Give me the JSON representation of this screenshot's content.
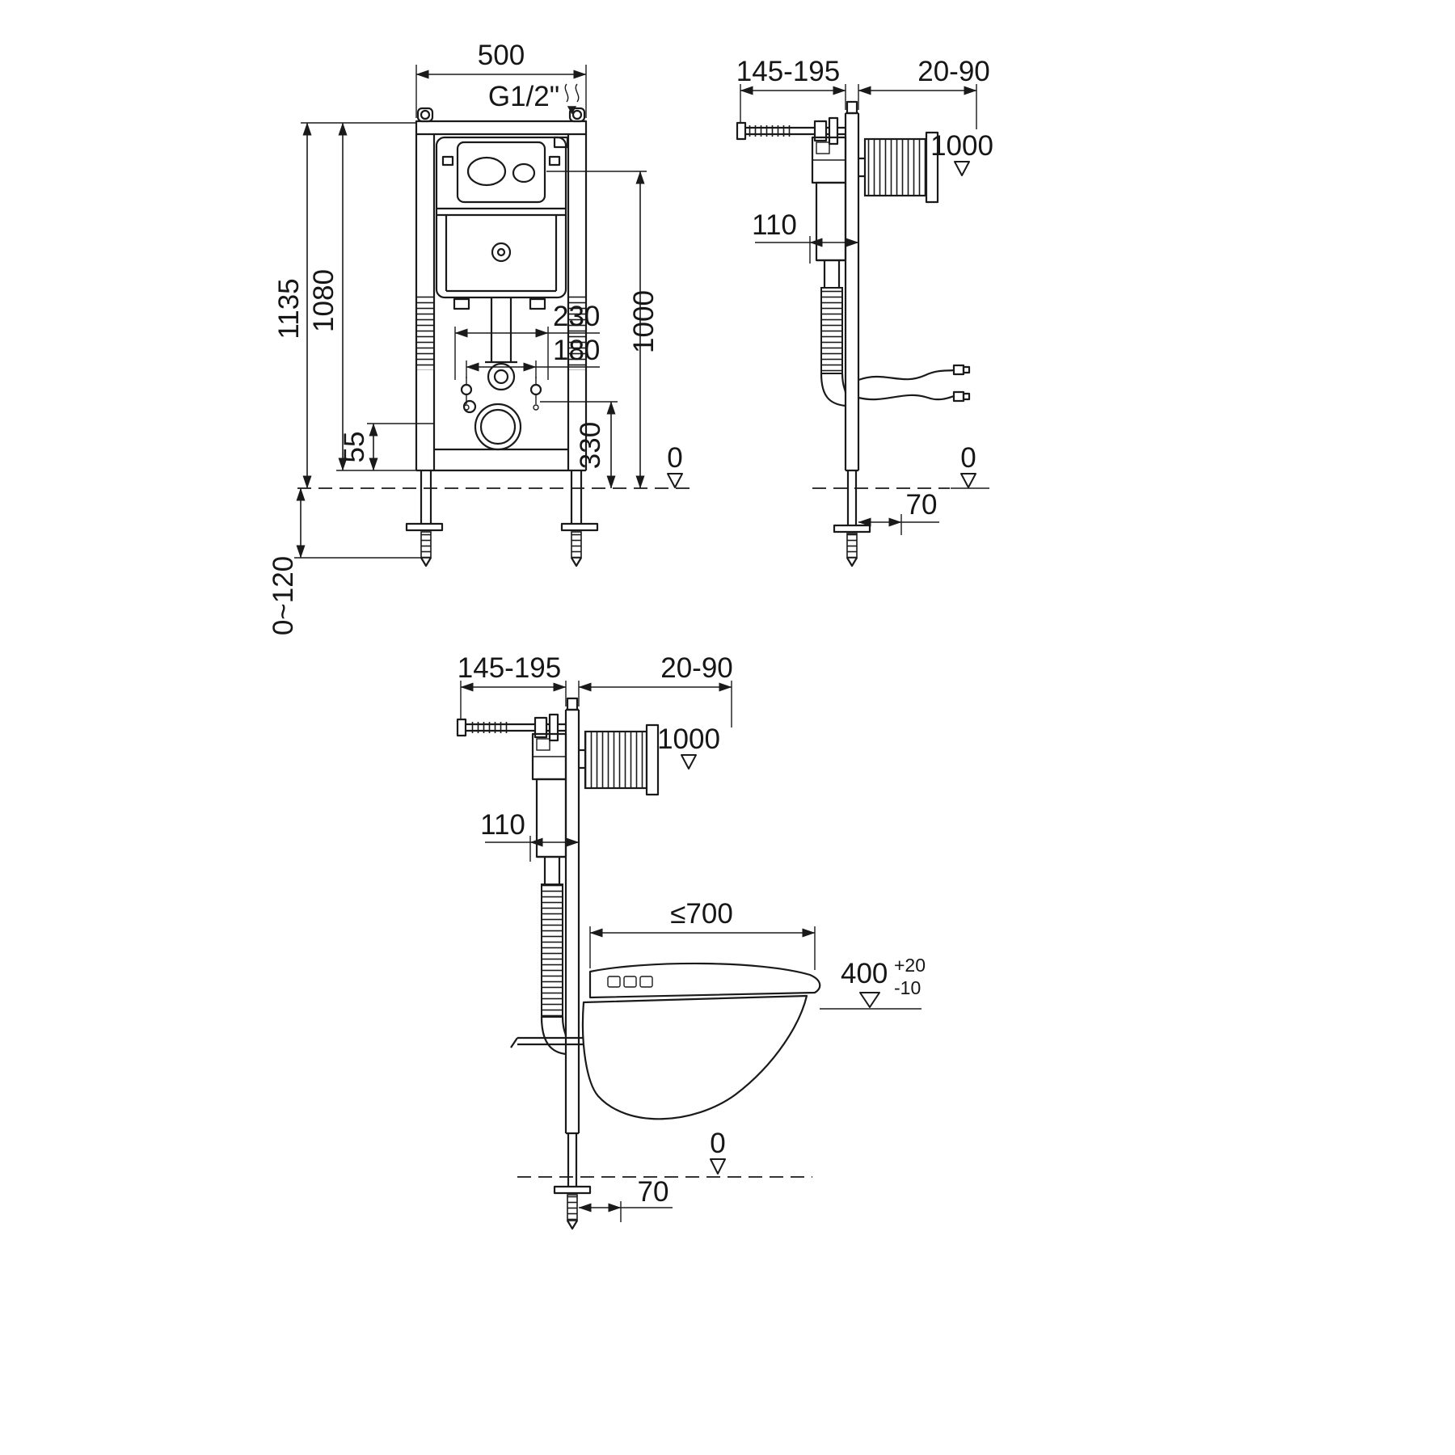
{
  "front_view": {
    "width_500": "500",
    "inlet_g12": "G1/2\"",
    "h_1135": "1135",
    "h_1080": "1080",
    "d_230": "230",
    "d_180": "180",
    "d_55": "55",
    "d_330": "330",
    "d_1000": "1000",
    "zero": "0",
    "foot_range": "0~120"
  },
  "side_view": {
    "d_145_195": "145-195",
    "d_20_90": "20-90",
    "d_1000": "1000",
    "d_110": "110",
    "zero": "0",
    "d_70": "70"
  },
  "toilet_view": {
    "d_145_195": "145-195",
    "d_20_90": "20-90",
    "d_1000": "1000",
    "d_110": "110",
    "d_700": "≤700",
    "d_400": "400",
    "d_400_plus": "+20",
    "d_400_minus": "-10",
    "zero": "0",
    "d_70": "70"
  },
  "colors": {
    "line": "#1a1a1a",
    "background": "#ffffff"
  }
}
